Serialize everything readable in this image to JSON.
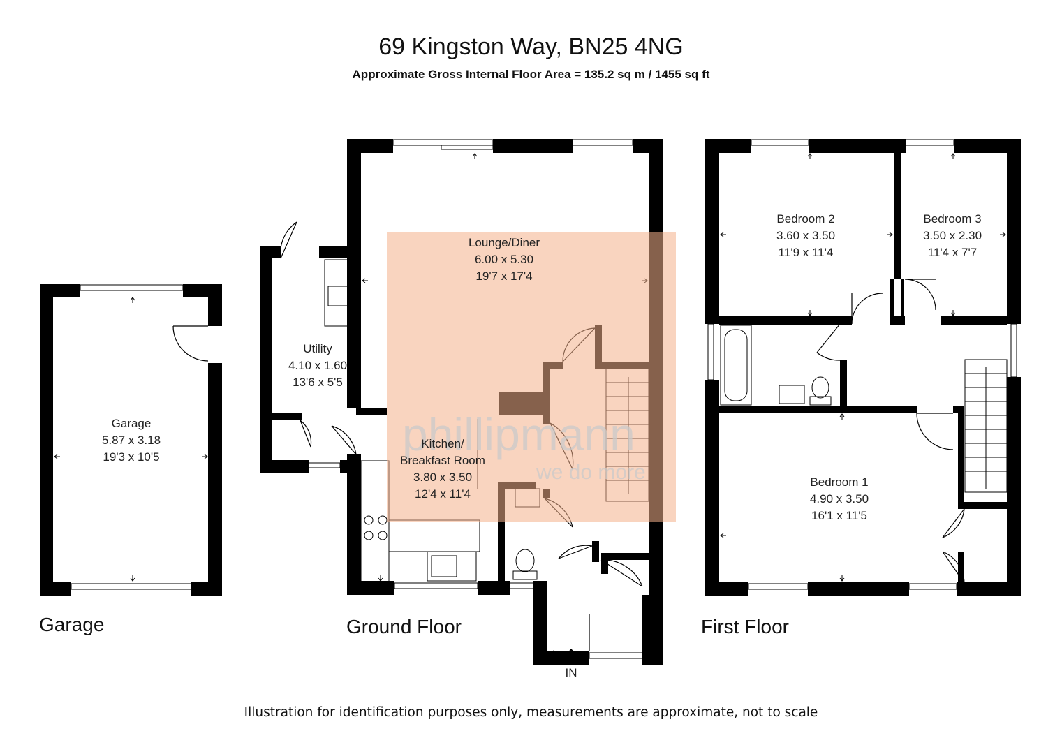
{
  "header": {
    "title": "69 Kingston Way, BN25 4NG",
    "subtitle": "Approximate Gross Internal Floor Area = 135.2 sq m / 1455 sq ft"
  },
  "floors": {
    "garage": "Garage",
    "ground": "Ground Floor",
    "first": "First Floor"
  },
  "rooms": {
    "garage": {
      "name": "Garage",
      "metric": "5.87 x 3.18",
      "imperial": "19'3 x 10'5"
    },
    "utility": {
      "name": "Utility",
      "metric": "4.10 x 1.60",
      "imperial": "13'6 x 5'5"
    },
    "lounge": {
      "name": "Lounge/Diner",
      "metric": "6.00 x 5.30",
      "imperial": "19'7 x 17'4"
    },
    "kitchen": {
      "name": "Kitchen/",
      "name2": "Breakfast Room",
      "metric": "3.80 x 3.50",
      "imperial": "12'4 x 11'4"
    },
    "bedroom2": {
      "name": "Bedroom 2",
      "metric": "3.60 x 3.50",
      "imperial": "11'9 x 11'4"
    },
    "bedroom3": {
      "name": "Bedroom 3",
      "metric": "3.50 x 2.30",
      "imperial": "11'4 x 7'7"
    },
    "bedroom1": {
      "name": "Bedroom 1",
      "metric": "4.90 x 3.50",
      "imperial": "16'1 x 11'5"
    }
  },
  "entrance_label": "IN",
  "watermark": {
    "brand": "phillipmann",
    "tagline": "we do more"
  },
  "disclaimer": "Illustration for identification purposes only, measurements are approximate, not to scale",
  "colors": {
    "wall": "#000000",
    "highlight": "#f6c5a6",
    "window": "#ffffff"
  }
}
